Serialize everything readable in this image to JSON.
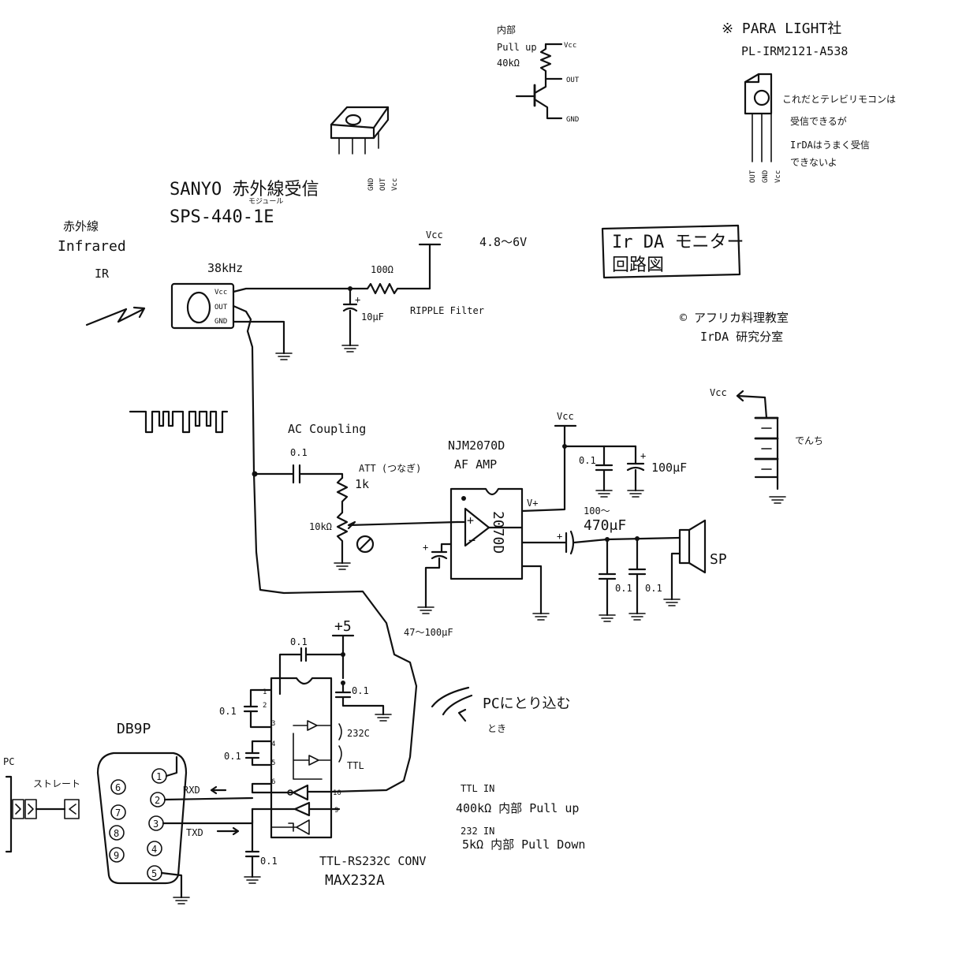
{
  "labels": {
    "sensor_title_1": "SANYO 赤外線受信",
    "sensor_title_sub": "モジュール",
    "sensor_part": "SPS-440-1E",
    "ir_jp": "赤外線",
    "ir_en": "Infrared",
    "ir_short": "IR",
    "freq": "38kHz",
    "pin_vcc": "Vcc",
    "pin_out": "OUT",
    "pin_gnd": "GND",
    "vcc_top": "Vcc",
    "res_100": "100Ω",
    "supply_range": "4.8～6V",
    "cap_10uf": "10μF",
    "ripple": "RIPPLE Filter",
    "internal": "内部",
    "pullup": "Pull up",
    "pullup_res": "40kΩ",
    "tr_vcc": "Vcc",
    "tr_out": "OUT",
    "tr_gnd": "GND",
    "pkg_pins": [
      "GND",
      "OUT",
      "Vcc"
    ],
    "para_title": "※ PARA LIGHT社",
    "para_part": "PL-IRM2121-A538",
    "para_note_1": "これだとテレビリモコンは",
    "para_note_2": "受信できるが",
    "para_note_3": "IrDAはうまく受信",
    "para_note_4": "できないよ",
    "para_pins": [
      "OUT",
      "GND",
      "Vcc"
    ],
    "box_line_1": "Ir DA モニター",
    "box_line_2": "回路図",
    "copyright_1": "© アフリカ料理教室",
    "copyright_2": "IrDA 研究分室",
    "ac_coupling": "AC Coupling",
    "cap_01_ac": "0.1",
    "att": "ATT (つなぎ)",
    "res_1k": "1k",
    "pot_10k": "10kΩ",
    "amp_name": "NJM2070D",
    "amp_sub": "AF AMP",
    "amp_chip": "2070D",
    "amp_vplus": "V+",
    "amp_vcc": "Vcc",
    "amp_cap_01": "0.1",
    "amp_cap_100uf": "100μF",
    "out_cap_1": "100～",
    "out_cap_2": "470μF",
    "sp_cap_a": "0.1",
    "sp_cap_b": "0.1",
    "sp": "SP",
    "fb_cap": "47～100μF",
    "batt_vcc": "Vcc",
    "batt": "でんち",
    "max_plus5": "+5",
    "max_cap_top": "0.1",
    "max_cap_right": "0.1",
    "max_cap_left1": "0.1",
    "max_cap_left2": "0.1",
    "max_cap_bottom": "0.1",
    "max_pins": [
      "1",
      "2",
      "3",
      "4",
      "5",
      "6",
      "10",
      "9"
    ],
    "max_232c": "232C",
    "max_ttl": "TTL",
    "pc_note_1": "PCにとり込む",
    "pc_note_2": "とき",
    "ttl_in": "TTL IN",
    "ttl_in_note": "400kΩ 内部 Pull up",
    "rs_in": "232 IN",
    "rs_in_note": "5kΩ 内部 Pull Down",
    "max_title_1": "TTL-RS232C CONV",
    "max_title_2": "MAX232A",
    "db9": "DB9P",
    "db9_pins": [
      "1",
      "2",
      "3",
      "4",
      "5",
      "6",
      "7",
      "8",
      "9"
    ],
    "rxd": "RXD",
    "txd": "TXD",
    "pc": "PC",
    "straight": "ストレート"
  }
}
